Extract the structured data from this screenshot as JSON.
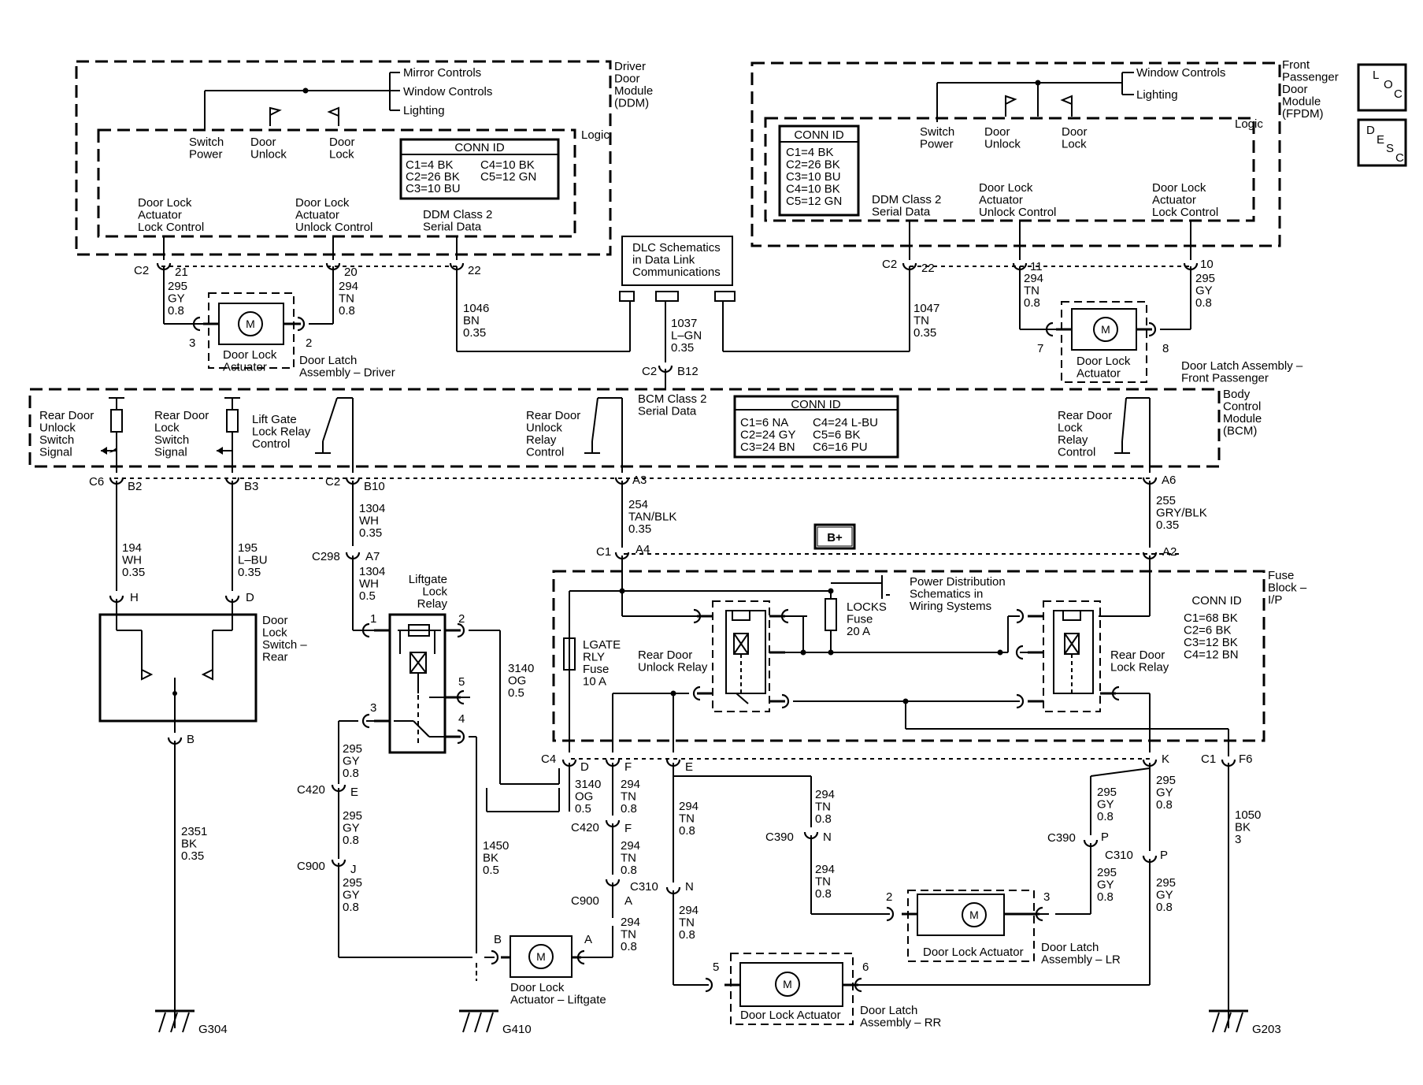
{
  "modules": {
    "ddm": {
      "title": [
        "Driver",
        "Door",
        "Module",
        "(DDM)"
      ],
      "logic": "Logic",
      "inputs": [
        "Mirror Controls",
        "Window Controls",
        "Lighting"
      ],
      "switch_power": [
        "Switch",
        "Power"
      ],
      "door_unlock": [
        "Door",
        "Unlock"
      ],
      "door_lock": [
        "Door",
        "Lock"
      ],
      "conn_title": "CONN ID",
      "conn_rows": [
        "C1=4 BK",
        "C2=26 BK",
        "C3=10 BU",
        "C4=10 BK",
        "C5=12 GN"
      ],
      "lock_ctrl": [
        "Door Lock",
        "Actuator",
        "Lock Control"
      ],
      "unlock_ctrl": [
        "Door Lock",
        "Actuator",
        "Unlock Control"
      ],
      "serial": [
        "DDM Class 2",
        "Serial Data"
      ]
    },
    "fpdm": {
      "title": [
        "Front",
        "Passenger",
        "Door",
        "Module",
        "(FPDM)"
      ],
      "logic": "Logic",
      "inputs": [
        "Window Controls",
        "Lighting"
      ],
      "switch_power": [
        "Switch",
        "Power"
      ],
      "door_unlock": [
        "Door",
        "Unlock"
      ],
      "door_lock": [
        "Door",
        "Lock"
      ],
      "conn_title": "CONN ID",
      "conn_rows": [
        "C1=4 BK",
        "C2=26 BK",
        "C3=10 BU",
        "C4=10 BK",
        "C5=12 GN"
      ],
      "serial": [
        "DDM Class 2",
        "Serial Data"
      ],
      "unlock_ctrl": [
        "Door Lock",
        "Actuator",
        "Unlock Control"
      ],
      "lock_ctrl": [
        "Door Lock",
        "Actuator",
        "Lock Control"
      ]
    },
    "bcm": {
      "title": [
        "Body",
        "Control",
        "Module",
        "(BCM)"
      ],
      "rdu_switch": [
        "Rear Door",
        "Unlock",
        "Switch",
        "Signal"
      ],
      "rdl_switch": [
        "Rear Door",
        "Lock",
        "Switch",
        "Signal"
      ],
      "liftgate_relay": [
        "Lift Gate",
        "Lock Relay",
        "Control"
      ],
      "rdu_relay": [
        "Rear Door",
        "Unlock",
        "Relay",
        "Control"
      ],
      "rdl_relay": [
        "Rear Door",
        "Lock",
        "Relay",
        "Control"
      ],
      "serial": [
        "BCM Class 2",
        "Serial Data"
      ],
      "conn_title": "CONN ID",
      "conn_rows": [
        "C1=6 NA",
        "C2=24 GY",
        "C3=24 BN",
        "C4=24 L-BU",
        "C5=6 BK",
        "C6=16 PU"
      ]
    },
    "fuse_block": {
      "title": [
        "Fuse",
        "Block –",
        "I/P"
      ],
      "conn_title": "CONN ID",
      "conn_rows": [
        "C1=68 BK",
        "C2=6 BK",
        "C3=12 BK",
        "C4=12 BN"
      ],
      "lgate_fuse": [
        "LGATE",
        "RLY",
        "Fuse",
        "10 A"
      ],
      "locks_fuse": [
        "LOCKS",
        "Fuse",
        "20 A"
      ],
      "power_dist": [
        "Power Distribution",
        "Schematics in",
        "Wiring Systems"
      ],
      "rdu_relay": [
        "Rear Door",
        "Unlock Relay"
      ],
      "rdl_relay": [
        "Rear Door",
        "Lock Relay"
      ]
    }
  },
  "dlc": [
    "DLC Schematics",
    "in Data Link",
    "Communications"
  ],
  "bplus": "B+",
  "nav": {
    "loc": [
      "L",
      "O",
      "C"
    ],
    "desc": [
      "D",
      "E",
      "S",
      "C"
    ]
  },
  "motor": "M",
  "components": {
    "drv_actuator": [
      "Door Lock",
      "Actuator"
    ],
    "drv_latch": [
      "Door Latch",
      "Assembly – Driver"
    ],
    "fp_actuator": [
      "Door Lock",
      "Actuator"
    ],
    "fp_latch": [
      "Door Latch Assembly –",
      "Front Passenger"
    ],
    "door_lock_switch": [
      "Door",
      "Lock",
      "Switch –",
      "Rear"
    ],
    "liftgate_relay": [
      "Liftgate",
      "Lock",
      "Relay"
    ],
    "liftgate_actuator": [
      "Door Lock",
      "Actuator – Liftgate"
    ],
    "rr_actuator": "Door Lock Actuator",
    "rr_latch": [
      "Door Latch",
      "Assembly – RR"
    ],
    "lr_actuator": "Door Lock Actuator",
    "lr_latch": [
      "Door Latch",
      "Assembly – LR"
    ]
  },
  "grounds": [
    "G304",
    "G410",
    "G203"
  ],
  "wires": {
    "w295a": [
      "295",
      "GY",
      "0.8"
    ],
    "w294a": [
      "294",
      "TN",
      "0.8"
    ],
    "w1046": [
      "1046",
      "BN",
      "0.35"
    ],
    "w1037": [
      "1037",
      "L–GN",
      "0.35"
    ],
    "w1047": [
      "1047",
      "TN",
      "0.35"
    ],
    "w294b": [
      "294",
      "TN",
      "0.8"
    ],
    "w295b": [
      "295",
      "GY",
      "0.8"
    ],
    "w194": [
      "194",
      "WH",
      "0.35"
    ],
    "w195": [
      "195",
      "L–BU",
      "0.35"
    ],
    "w1304a": [
      "1304",
      "WH",
      "0.35"
    ],
    "w1304b": [
      "1304",
      "WH",
      "0.5"
    ],
    "w254": [
      "254",
      "TAN/BLK",
      "0.35"
    ],
    "w255": [
      "255",
      "GRY/BLK",
      "0.35"
    ],
    "w3140a": [
      "3140",
      "OG",
      "0.5"
    ],
    "w3140b": [
      "3140",
      "OG",
      "0.5"
    ],
    "w2351": [
      "2351",
      "BK",
      "0.35"
    ],
    "w1450": [
      "1450",
      "BK",
      "0.5"
    ],
    "w1050": [
      "1050",
      "BK",
      "3"
    ],
    "w295c": [
      "295",
      "GY",
      "0.8"
    ],
    "w295d": [
      "295",
      "GY",
      "0.8"
    ],
    "w295e": [
      "295",
      "GY",
      "0.8"
    ],
    "w294c": [
      "294",
      "TN",
      "0.8"
    ],
    "w294d": [
      "294",
      "TN",
      "0.8"
    ],
    "w294e": [
      "294",
      "TN",
      "0.8"
    ],
    "w294f": [
      "294",
      "TN",
      "0.8"
    ],
    "w294g": [
      "294",
      "TN",
      "0.8"
    ],
    "w294h": [
      "294",
      "TN",
      "0.8"
    ],
    "w295f": [
      "295",
      "GY",
      "0.8"
    ],
    "w295g": [
      "295",
      "GY",
      "0.8"
    ],
    "w295h": [
      "295",
      "GY",
      "0.8"
    ],
    "w295i": [
      "295",
      "GY",
      "0.8"
    ]
  },
  "pins": {
    "c2_21": [
      "C2",
      "21"
    ],
    "p20": "20",
    "p22": "22",
    "p3": "3",
    "p2": "2",
    "c2_22": [
      "C2",
      "22"
    ],
    "p11": "11",
    "p10": "10",
    "p7": "7",
    "p8": "8",
    "c2_b12": [
      "C2",
      "B12"
    ],
    "c6_b2": [
      "C6",
      "B2"
    ],
    "b3": "B3",
    "c2_b10": [
      "C2",
      "B10"
    ],
    "a3": "A3",
    "a6": "A6",
    "c298_a7": [
      "C298",
      "A7"
    ],
    "c1_a4": [
      "C1",
      "A4"
    ],
    "a2": "A2",
    "h": "H",
    "d": "D",
    "b": "B",
    "lr1": "1",
    "lr2": "2",
    "lr3": "3",
    "lr4": "4",
    "lr5": "5",
    "c4_d": [
      "C4",
      "D"
    ],
    "f": "F",
    "e": "E",
    "k": "K",
    "c1_f6": [
      "C1",
      "F6"
    ],
    "c420_e": [
      "C420",
      "E"
    ],
    "c900_j": [
      "C900",
      "J"
    ],
    "c420_f": [
      "C420",
      "F"
    ],
    "c900_a": [
      "C900",
      "A"
    ],
    "c310_n": [
      "C310",
      "N"
    ],
    "c390_n": [
      "C390",
      "N"
    ],
    "c390_p": [
      "C390",
      "P"
    ],
    "c310_p": [
      "C310",
      "P"
    ],
    "lg_b": "B",
    "lg_a": "A",
    "rr5": "5",
    "rr6": "6",
    "lr_2": "2",
    "lr_3": "3"
  }
}
